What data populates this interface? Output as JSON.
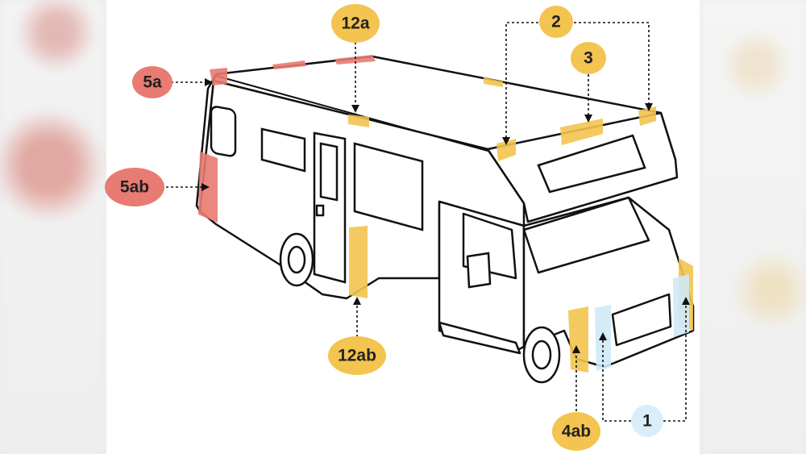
{
  "colors": {
    "red": "#e87b72",
    "orange": "#f3c44f",
    "blue": "#d9eefa",
    "outline": "#111111"
  },
  "callouts": {
    "c5a": "5a",
    "c5ab": "5ab",
    "c12a": "12a",
    "c12ab": "12ab",
    "c2": "2",
    "c3": "3",
    "c4ab": "4ab",
    "c1": "1"
  }
}
